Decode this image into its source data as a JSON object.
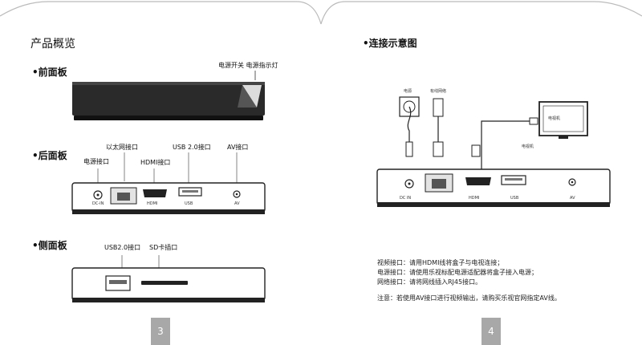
{
  "left_page": {
    "title": "产品概览",
    "front_panel": {
      "heading": "•前面板",
      "callout": "电源开关 电源指示灯"
    },
    "rear_panel": {
      "heading": "•后面板",
      "callouts": {
        "ethernet": "以太网接口",
        "usb": "USB 2.0接口",
        "av": "AV接口",
        "power": "电源接口",
        "hdmi": "HDMI接口"
      },
      "port_labels": {
        "dc_in": "DC-IN",
        "hdmi": "HDMI",
        "usb": "USB",
        "av": "AV"
      }
    },
    "side_panel": {
      "heading": "•侧面板",
      "callouts": {
        "usb": "USB2.0接口",
        "sd": "SD卡插口"
      }
    },
    "page_number": "3"
  },
  "right_page": {
    "title": "•连接示意图",
    "diagram_labels": {
      "power": "电源",
      "wired_network": "有线网络",
      "tv_screen": "电视机",
      "tv_caption": "电视机"
    },
    "port_labels": {
      "dc_in": "DC IN",
      "hdmi": "HDMI",
      "usb": "USB",
      "av": "AV"
    },
    "instructions": [
      "视频接口：请用HDMI线将盒子与电视连接；",
      "电源接口：请使用乐视标配电源适配器将盒子接入电源；",
      "网络接口：请将网线插入RJ45接口。"
    ],
    "note": "注意：若使用AV接口进行视频输出，请购买乐视官网指定AV线。",
    "page_number": "4"
  }
}
